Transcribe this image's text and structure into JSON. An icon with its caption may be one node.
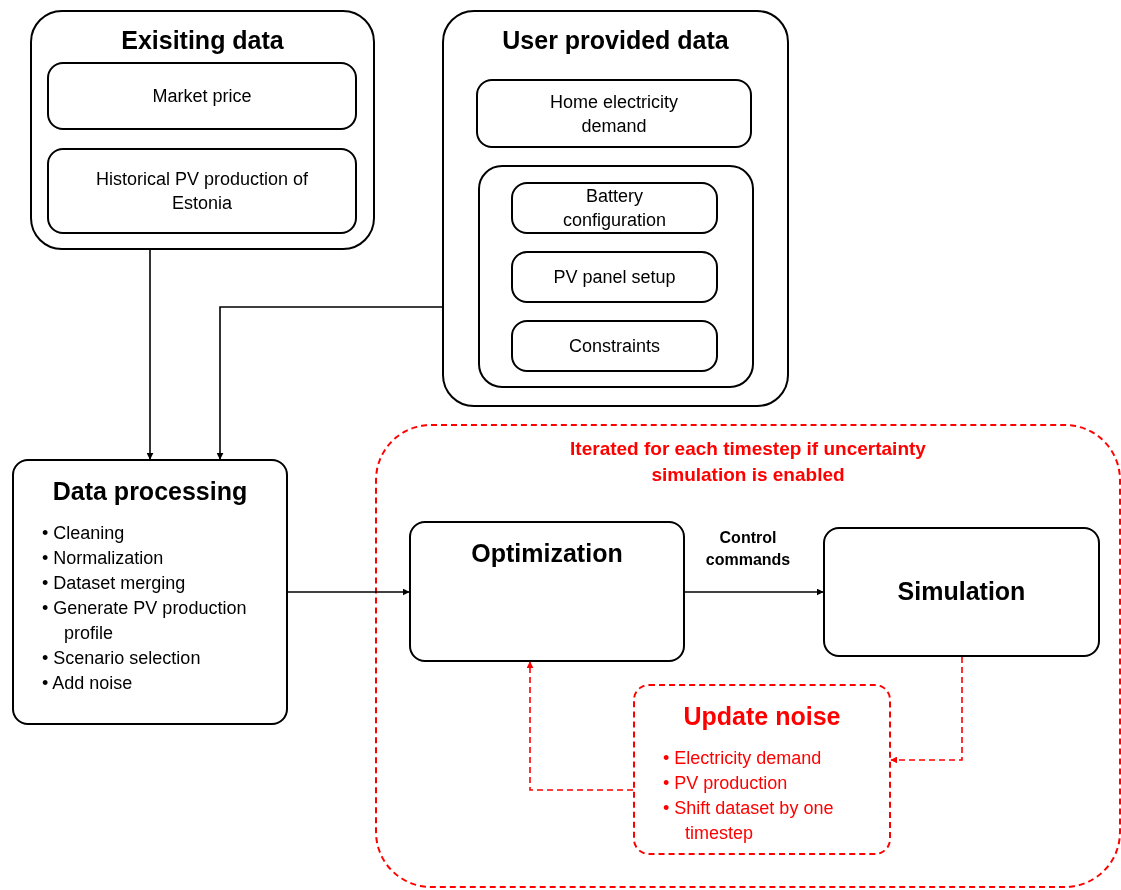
{
  "diagram": {
    "nodes": [
      {
        "text": [
          "Exisiting data"
        ]
      },
      {
        "text": [
          "Market price"
        ],
        "in": 0
      },
      {
        "text": [
          "Historical PV production of Estonia"
        ],
        "in": 0
      },
      {
        "text": [
          "User provided data"
        ]
      },
      {
        "text": [
          "Home electricity demand"
        ],
        "in": 3
      },
      {
        "text": [],
        "shape": "box",
        "in": 3
      },
      {
        "text": [
          "Battery configuration"
        ],
        "in": 5
      },
      {
        "text": [
          "PV panel setup"
        ],
        "in": 5
      },
      {
        "text": [
          "Constraints"
        ],
        "in": 5
      },
      {
        "text": [
          "Data processing",
          "• Cleaning",
          "• Normalization",
          "• Dataset merging",
          "• Generate PV production profile",
          "• Scenario selection",
          "• Add noise"
        ]
      },
      {
        "text": [
          "Iterated for each timestep if uncertainty simulation is enabled"
        ]
      },
      {
        "text": [
          "Optimization"
        ],
        "in": 10
      },
      {
        "text": [
          "Simulation"
        ],
        "in": 10
      },
      {
        "text": [
          "Update noise",
          "• Electricity demand",
          "• PV production",
          "• Shift dataset by one timestep"
        ],
        "in": 10
      }
    ],
    "edges": [
      {
        "from": 0,
        "to": 9,
        "arrow": "to"
      },
      {
        "from": 3,
        "to": 9,
        "arrow": "to"
      },
      {
        "from": 9,
        "to": 11,
        "arrow": "to"
      },
      {
        "from": 11,
        "to": 12,
        "arrow": "to",
        "label": "Control commands"
      },
      {
        "from": 12,
        "to": 13,
        "arrow": "to",
        "style": "dashed",
        "color": "#ff0000"
      },
      {
        "from": 13,
        "to": 11,
        "arrow": "to",
        "style": "dashed",
        "color": "#ff0000"
      }
    ]
  }
}
